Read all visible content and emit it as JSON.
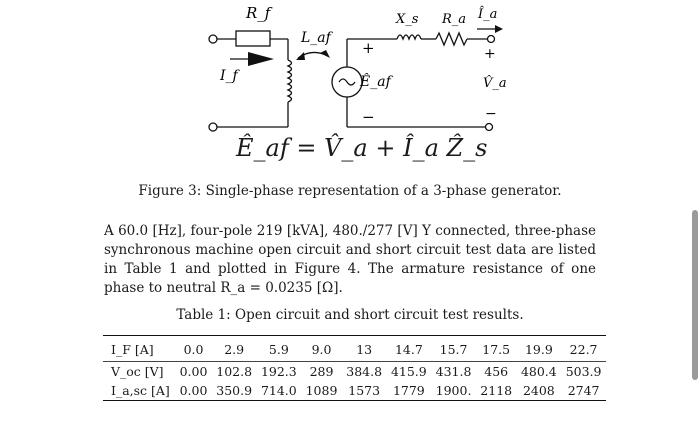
{
  "figure": {
    "labels": {
      "rf": "R_f",
      "laf": "L_af",
      "if": "I_f",
      "xs": "X_s",
      "ra": "R_a",
      "ia": "Î_a",
      "eaf": "Ê_af",
      "va": "V̂_a",
      "plus_left": "+",
      "plus_right": "+",
      "minus_left": "−",
      "minus_right": "−"
    },
    "equation": "Ê_af = V̂_a + Î_a Ẑ_s",
    "caption": "Figure 3: Single-phase representation of a 3-phase generator."
  },
  "paragraph": "A 60.0 [Hz], four-pole 219 [kVA], 480./277 [V] Y connected, three-phase synchronous machine open circuit and short circuit test data are listed in Table 1 and plotted in Figure 4. The armature resistance of one phase to neutral R_a = 0.0235 [Ω].",
  "table": {
    "caption": "Table 1: Open circuit and short circuit test results.",
    "rows": [
      {
        "label": "I_F [A]",
        "values": [
          "0.0",
          "2.9",
          "5.9",
          "9.0",
          "13",
          "14.7",
          "15.7",
          "17.5",
          "19.9",
          "22.7"
        ]
      },
      {
        "label": "V_oc [V]",
        "values": [
          "0.00",
          "102.8",
          "192.3",
          "289",
          "384.8",
          "415.9",
          "431.8",
          "456",
          "480.4",
          "503.9"
        ]
      },
      {
        "label": "I_a,sc [A]",
        "values": [
          "0.00",
          "350.9",
          "714.0",
          "1089",
          "1573",
          "1779",
          "1900.",
          "2118",
          "2408",
          "2747"
        ]
      }
    ]
  }
}
